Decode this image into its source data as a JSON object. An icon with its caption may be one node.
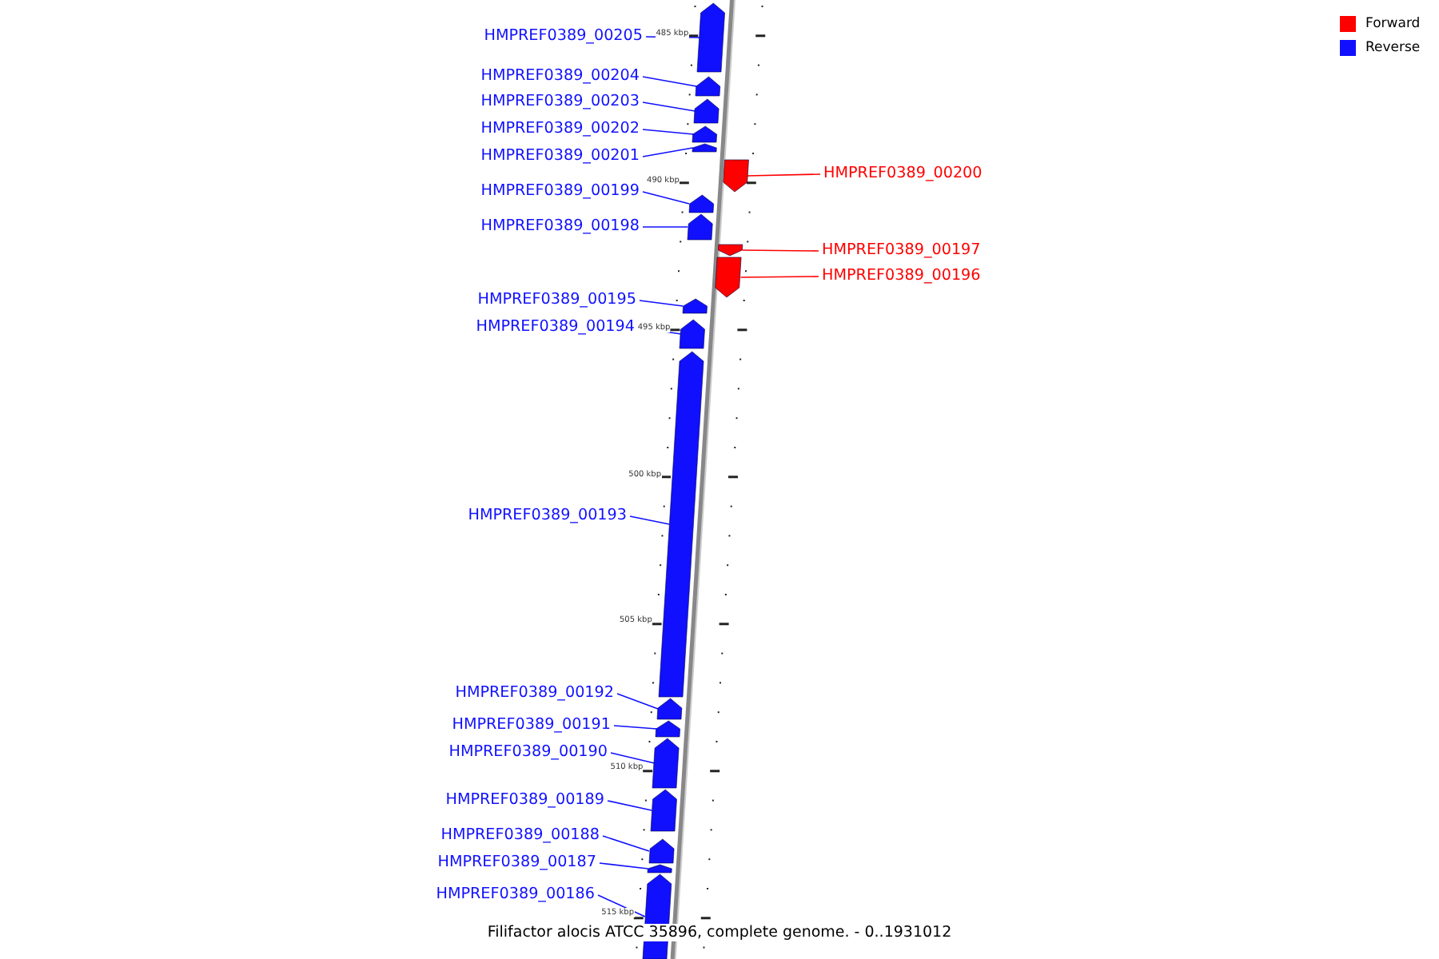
{
  "diagram": {
    "caption": "Filifactor alocis ATCC 35896, complete genome. - 0..1931012",
    "nodes": [
      {
        "text": [
          "HMPREF0389_00205"
        ]
      },
      {
        "text": [
          "HMPREF0389_00204"
        ]
      },
      {
        "text": [
          "HMPREF0389_00203"
        ]
      },
      {
        "text": [
          "HMPREF0389_00202"
        ]
      },
      {
        "text": [
          "HMPREF0389_00201"
        ]
      },
      {
        "text": [
          "HMPREF0389_00200"
        ]
      },
      {
        "text": [
          "HMPREF0389_00199"
        ]
      },
      {
        "text": [
          "HMPREF0389_00198"
        ]
      },
      {
        "text": [
          "HMPREF0389_00197"
        ]
      },
      {
        "text": [
          "HMPREF0389_00196"
        ]
      },
      {
        "text": [
          "HMPREF0389_00195"
        ]
      },
      {
        "text": [
          "HMPREF0389_00194"
        ]
      },
      {
        "text": [
          "HMPREF0389_00193"
        ]
      },
      {
        "text": [
          "HMPREF0389_00192"
        ]
      },
      {
        "text": [
          "HMPREF0389_00191"
        ]
      },
      {
        "text": [
          "HMPREF0389_00190"
        ]
      },
      {
        "text": [
          "HMPREF0389_00189"
        ]
      },
      {
        "text": [
          "HMPREF0389_00188"
        ]
      },
      {
        "text": [
          "HMPREF0389_00187"
        ]
      },
      {
        "text": [
          "HMPREF0389_00186"
        ]
      },
      {
        "text": [],
        "shape": "arrow"
      },
      {
        "text": [],
        "shape": "arrow"
      },
      {
        "text": [],
        "shape": "arrow"
      },
      {
        "text": [],
        "shape": "arrow"
      },
      {
        "text": [],
        "shape": "arrow"
      },
      {
        "text": [],
        "shape": "arrow"
      },
      {
        "text": [],
        "shape": "arrow"
      },
      {
        "text": [],
        "shape": "arrow"
      },
      {
        "text": [],
        "shape": "arrow"
      },
      {
        "text": [],
        "shape": "arrow"
      },
      {
        "text": [],
        "shape": "arrow"
      },
      {
        "text": [],
        "shape": "arrow"
      },
      {
        "text": [],
        "shape": "arrow"
      },
      {
        "text": [],
        "shape": "arrow"
      },
      {
        "text": [],
        "shape": "arrow"
      },
      {
        "text": [],
        "shape": "arrow"
      },
      {
        "text": [],
        "shape": "arrow"
      },
      {
        "text": [],
        "shape": "arrow"
      },
      {
        "text": [],
        "shape": "arrow"
      },
      {
        "text": [],
        "shape": "arrow"
      }
    ],
    "edges": [
      {
        "from": 0,
        "to": 20,
        "arrow": "none"
      },
      {
        "from": 1,
        "to": 21,
        "arrow": "none"
      },
      {
        "from": 2,
        "to": 22,
        "arrow": "none"
      },
      {
        "from": 3,
        "to": 23,
        "arrow": "none"
      },
      {
        "from": 4,
        "to": 24,
        "arrow": "none"
      },
      {
        "from": 5,
        "to": 25,
        "arrow": "none",
        "color": "#ff0000"
      },
      {
        "from": 6,
        "to": 26,
        "arrow": "none"
      },
      {
        "from": 7,
        "to": 27,
        "arrow": "none"
      },
      {
        "from": 8,
        "to": 28,
        "arrow": "none",
        "color": "#ff0000"
      },
      {
        "from": 9,
        "to": 29,
        "arrow": "none",
        "color": "#ff0000"
      },
      {
        "from": 10,
        "to": 30,
        "arrow": "none"
      },
      {
        "from": 11,
        "to": 31,
        "arrow": "none"
      },
      {
        "from": 12,
        "to": 32,
        "arrow": "none"
      },
      {
        "from": 13,
        "to": 33,
        "arrow": "none"
      },
      {
        "from": 14,
        "to": 34,
        "arrow": "none"
      },
      {
        "from": 15,
        "to": 35,
        "arrow": "none"
      },
      {
        "from": 16,
        "to": 36,
        "arrow": "none"
      },
      {
        "from": 17,
        "to": 37,
        "arrow": "none"
      },
      {
        "from": 18,
        "to": 38,
        "arrow": "none"
      },
      {
        "from": 19,
        "to": 39,
        "arrow": "none"
      }
    ],
    "labels": [
      "485 kbp",
      "490 kbp",
      "495 kbp",
      "500 kbp",
      "505 kbp",
      "510 kbp",
      "515 kbp"
    ],
    "legend": [
      {
        "text": "Forward",
        "color": "#ff0000"
      },
      {
        "text": "Reverse",
        "color": "#1010ff"
      }
    ]
  }
}
